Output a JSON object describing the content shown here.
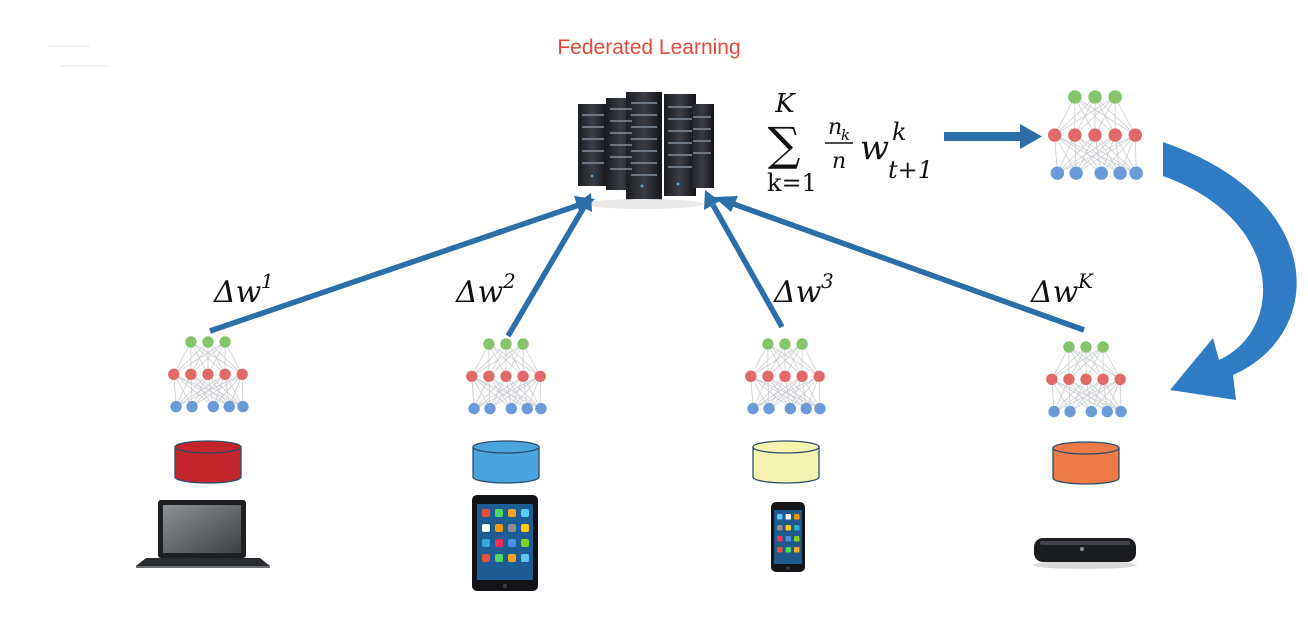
{
  "diagram": {
    "title": "Federated Learning",
    "colors": {
      "title": "#e24a3b",
      "arrow": "#2b6ea8",
      "curved_arrow": "#2f7bc4",
      "node_green": "#84c46b",
      "node_red": "#e06a6a",
      "node_blue": "#6b9bd6"
    },
    "aggregation_formula": {
      "sum_upper": "K",
      "sum_symbol": "∑",
      "sum_lower": "k=1",
      "fraction_numerator": "n",
      "numerator_subscript": "k",
      "fraction_denominator": "n",
      "weight": "w",
      "weight_superscript": "k",
      "weight_subscript": "t+1"
    },
    "server": {
      "icon": "server-rack-icon"
    },
    "global_model": {
      "icon": "neural-network-icon"
    },
    "clients": [
      {
        "device": "laptop",
        "icon": "laptop-icon",
        "db_color": "#c2262c",
        "update_symbol": "Δw",
        "update_superscript": "1"
      },
      {
        "device": "tablet",
        "icon": "tablet-icon",
        "db_color": "#4aa3dd",
        "update_symbol": "Δw",
        "update_superscript": "2"
      },
      {
        "device": "phone",
        "icon": "smartphone-icon",
        "db_color": "#f4f3b0",
        "update_symbol": "Δw",
        "update_superscript": "3"
      },
      {
        "device": "set-top box",
        "icon": "set-top-box-icon",
        "db_color": "#ec7a45",
        "update_symbol": "Δw",
        "update_superscript": "K"
      }
    ]
  }
}
